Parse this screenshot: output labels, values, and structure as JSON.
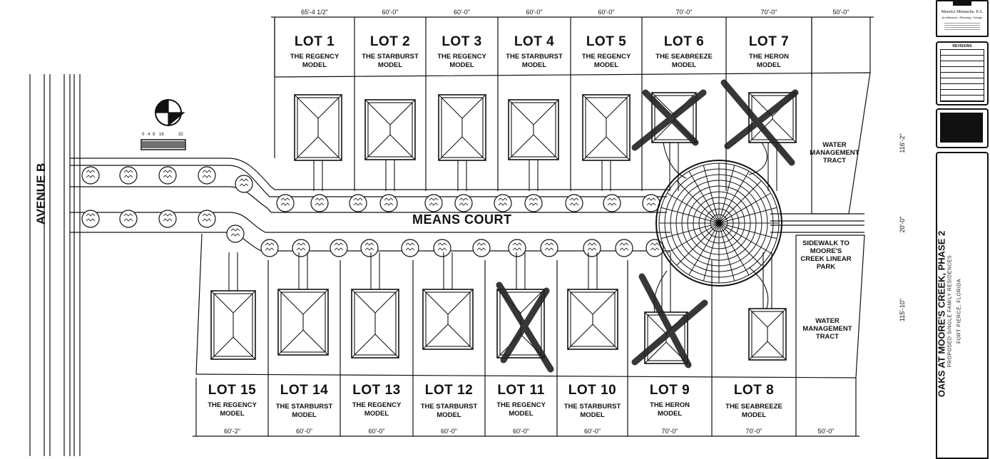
{
  "street": "MEANS COURT",
  "avenue": "AVENUE B",
  "scale_numbers": [
    "0",
    "4",
    "8",
    "16",
    "32"
  ],
  "top_lots": [
    {
      "name": "LOT 1",
      "model": [
        "THE REGENCY",
        "MODEL"
      ],
      "width": "65'-4 1/2\"",
      "crossed": false
    },
    {
      "name": "LOT 2",
      "model": [
        "THE STARBURST",
        "MODEL"
      ],
      "width": "60'-0\"",
      "crossed": false
    },
    {
      "name": "LOT 3",
      "model": [
        "THE REGENCY",
        "MODEL"
      ],
      "width": "60'-0\"",
      "crossed": false
    },
    {
      "name": "LOT 4",
      "model": [
        "THE STARBURST",
        "MODEL"
      ],
      "width": "60'-0\"",
      "crossed": false
    },
    {
      "name": "LOT 5",
      "model": [
        "THE REGENCY",
        "MODEL"
      ],
      "width": "60'-0\"",
      "crossed": false
    },
    {
      "name": "LOT 6",
      "model": [
        "THE SEABREEZE",
        "MODEL"
      ],
      "width": "70'-0\"",
      "crossed": true
    },
    {
      "name": "LOT 7",
      "model": [
        "THE HERON",
        "MODEL"
      ],
      "width": "70'-0\"",
      "crossed": true
    }
  ],
  "top_extra_width": "50'-0\"",
  "bottom_lots": [
    {
      "name": "LOT 15",
      "model": [
        "THE REGENCY",
        "MODEL"
      ],
      "width": "60'-2\"",
      "crossed": false
    },
    {
      "name": "LOT 14",
      "model": [
        "THE STARBURST",
        "MODEL"
      ],
      "width": "60'-0\"",
      "crossed": false
    },
    {
      "name": "LOT 13",
      "model": [
        "THE REGENCY",
        "MODEL"
      ],
      "width": "60'-0\"",
      "crossed": false
    },
    {
      "name": "LOT 12",
      "model": [
        "THE STARBURST",
        "MODEL"
      ],
      "width": "60'-0\"",
      "crossed": false
    },
    {
      "name": "LOT 11",
      "model": [
        "THE REGENCY",
        "MODEL"
      ],
      "width": "60'-0\"",
      "crossed": true
    },
    {
      "name": "LOT 10",
      "model": [
        "THE STARBURST",
        "MODEL"
      ],
      "width": "60'-0\"",
      "crossed": false
    },
    {
      "name": "LOT 9",
      "model": [
        "THE HERON",
        "MODEL"
      ],
      "width": "70'-0\"",
      "crossed": true
    },
    {
      "name": "LOT 8",
      "model": [
        "THE SEABREEZE",
        "MODEL"
      ],
      "width": "70'-0\"",
      "crossed": false
    }
  ],
  "bottom_extra_width": "50'-0\"",
  "tract_top": [
    "WATER",
    "MANAGEMENT",
    "TRACT"
  ],
  "sidewalk": [
    "SIDEWALK TO",
    "MOORE'S",
    "CREEK LINEAR",
    "PARK"
  ],
  "tract_bottom": [
    "WATER",
    "MANAGEMENT",
    "TRACT"
  ],
  "depth_top": "116'-2\"",
  "road_width": "20'-0\"",
  "depth_bottom": "115'-10\"",
  "firm": {
    "name": "Maurice Menasche, P.A.",
    "services": "Architecture • Planning • Design"
  },
  "revisions_label": "REVISIONS",
  "project": {
    "title": "OAKS AT MOORE'S CREEK, PHASE 2",
    "subtitle": "PROPOSED SINGLE FAMILY RESIDENCES",
    "location": "FORT PIERCE, FLORIDA"
  }
}
